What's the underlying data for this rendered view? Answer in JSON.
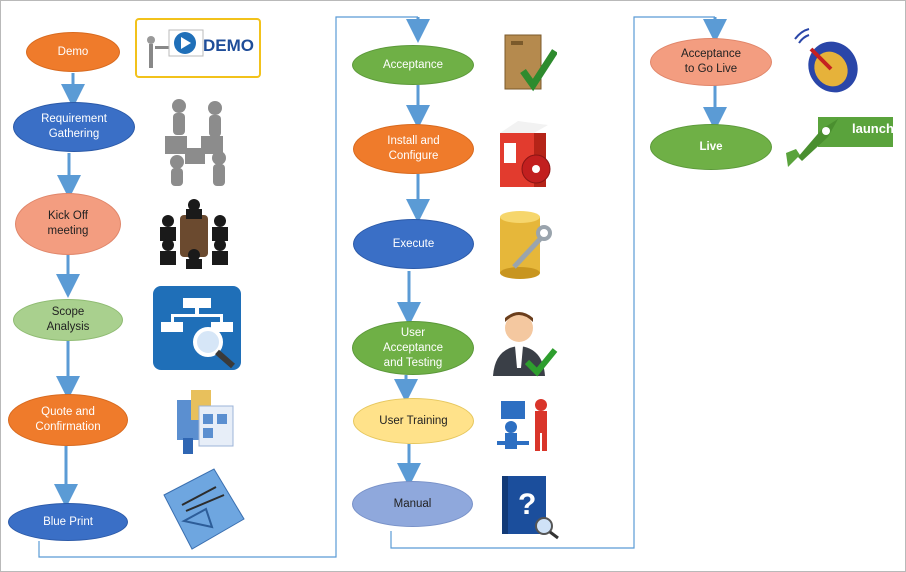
{
  "nodes": {
    "demo": "Demo",
    "requirement": "Requirement\nGathering",
    "kickoff": "Kick Off\nmeeting",
    "scope": "Scope\nAnalysis",
    "quote": "Quote and\nConfirmation",
    "blueprint": "Blue Print",
    "acceptance": "Acceptance",
    "install": "Install and\nConfigure",
    "execute": "Execute",
    "uat": "User\nAcceptance\nand Testing",
    "training": "User Training",
    "manual": "Manual",
    "golive": "Acceptance\nto Go Live",
    "live": "Live"
  },
  "icons": {
    "demo_text": "DEMO",
    "launch_text": "launch"
  },
  "colors": {
    "arrow": "#5b9bd5",
    "orange": "#ef7b2b",
    "blue": "#3a6fc6",
    "green": "#6fb046"
  }
}
